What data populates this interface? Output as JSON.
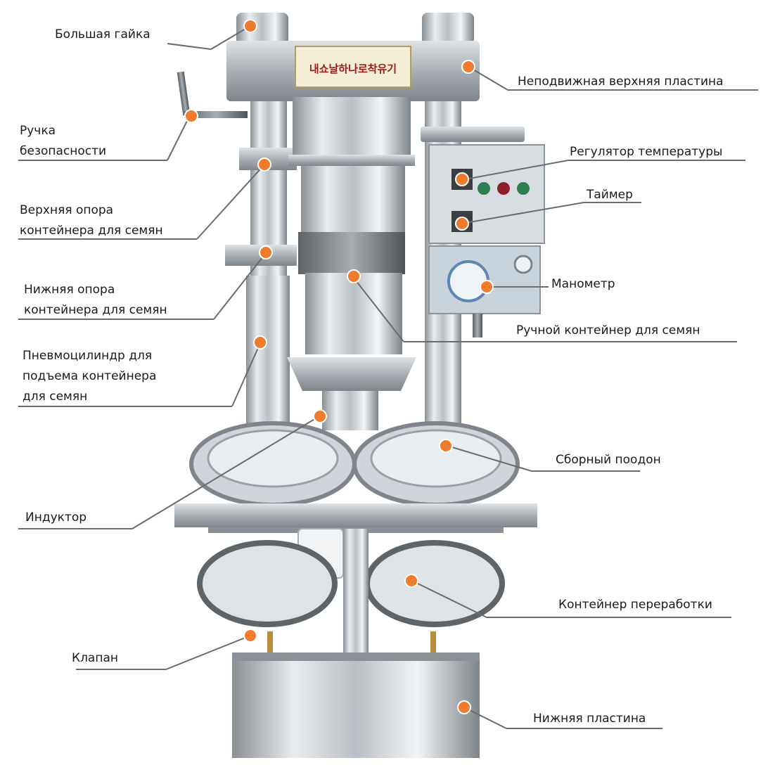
{
  "panel_text": {
    "line1": "내쇼날하나로착유기"
  },
  "labels": [
    {
      "id": "big-nut",
      "lines": [
        "Большая гайка"
      ]
    },
    {
      "id": "fixed-top-plate",
      "lines": [
        "Неподвижная верхняя пластина"
      ]
    },
    {
      "id": "safety-handle",
      "lines": [
        "Ручка",
        "безопасности"
      ]
    },
    {
      "id": "temp-regulator",
      "lines": [
        "Регулятор температуры"
      ]
    },
    {
      "id": "timer",
      "lines": [
        "Таймер"
      ]
    },
    {
      "id": "upper-seed-support",
      "lines": [
        "Верхняя опора",
        "контейнера для семян"
      ]
    },
    {
      "id": "manometer",
      "lines": [
        "Манометр"
      ]
    },
    {
      "id": "lower-seed-support",
      "lines": [
        "Нижняя опора",
        "контейнера для семян"
      ]
    },
    {
      "id": "manual-seed-container",
      "lines": [
        "Ручной контейнер для семян"
      ]
    },
    {
      "id": "pneumo-cylinder",
      "lines": [
        "Пневмоцилиндр для",
        "подъема контейнера",
        "для семян"
      ]
    },
    {
      "id": "collection-tray",
      "lines": [
        "Сборный поодон"
      ]
    },
    {
      "id": "inductor",
      "lines": [
        "Индуктор"
      ]
    },
    {
      "id": "processing-container",
      "lines": [
        "Контейнер переработки"
      ]
    },
    {
      "id": "valve",
      "lines": [
        "Клапан"
      ]
    },
    {
      "id": "bottom-plate",
      "lines": [
        "Нижняя пластина"
      ]
    }
  ]
}
